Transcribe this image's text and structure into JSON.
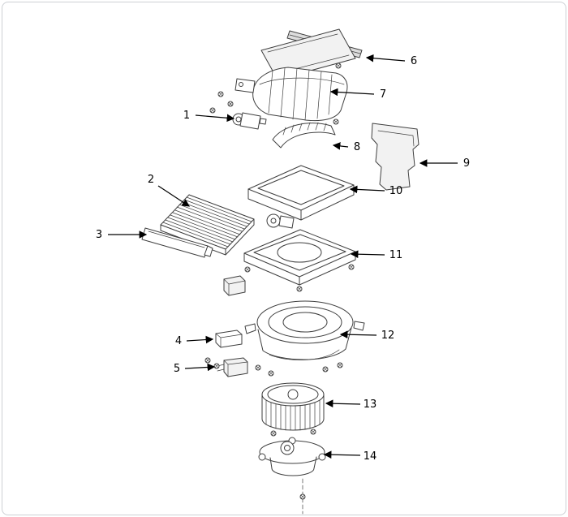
{
  "diagram": {
    "background": "#ffffff",
    "line_color": "#3f3f3f",
    "callout_color": "#000000",
    "callouts": [
      {
        "number": "1"
      },
      {
        "number": "2"
      },
      {
        "number": "3"
      },
      {
        "number": "4"
      },
      {
        "number": "5"
      },
      {
        "number": "6"
      },
      {
        "number": "7"
      },
      {
        "number": "8"
      },
      {
        "number": "9"
      },
      {
        "number": "10"
      },
      {
        "number": "11"
      },
      {
        "number": "12"
      },
      {
        "number": "13"
      },
      {
        "number": "14"
      }
    ]
  }
}
